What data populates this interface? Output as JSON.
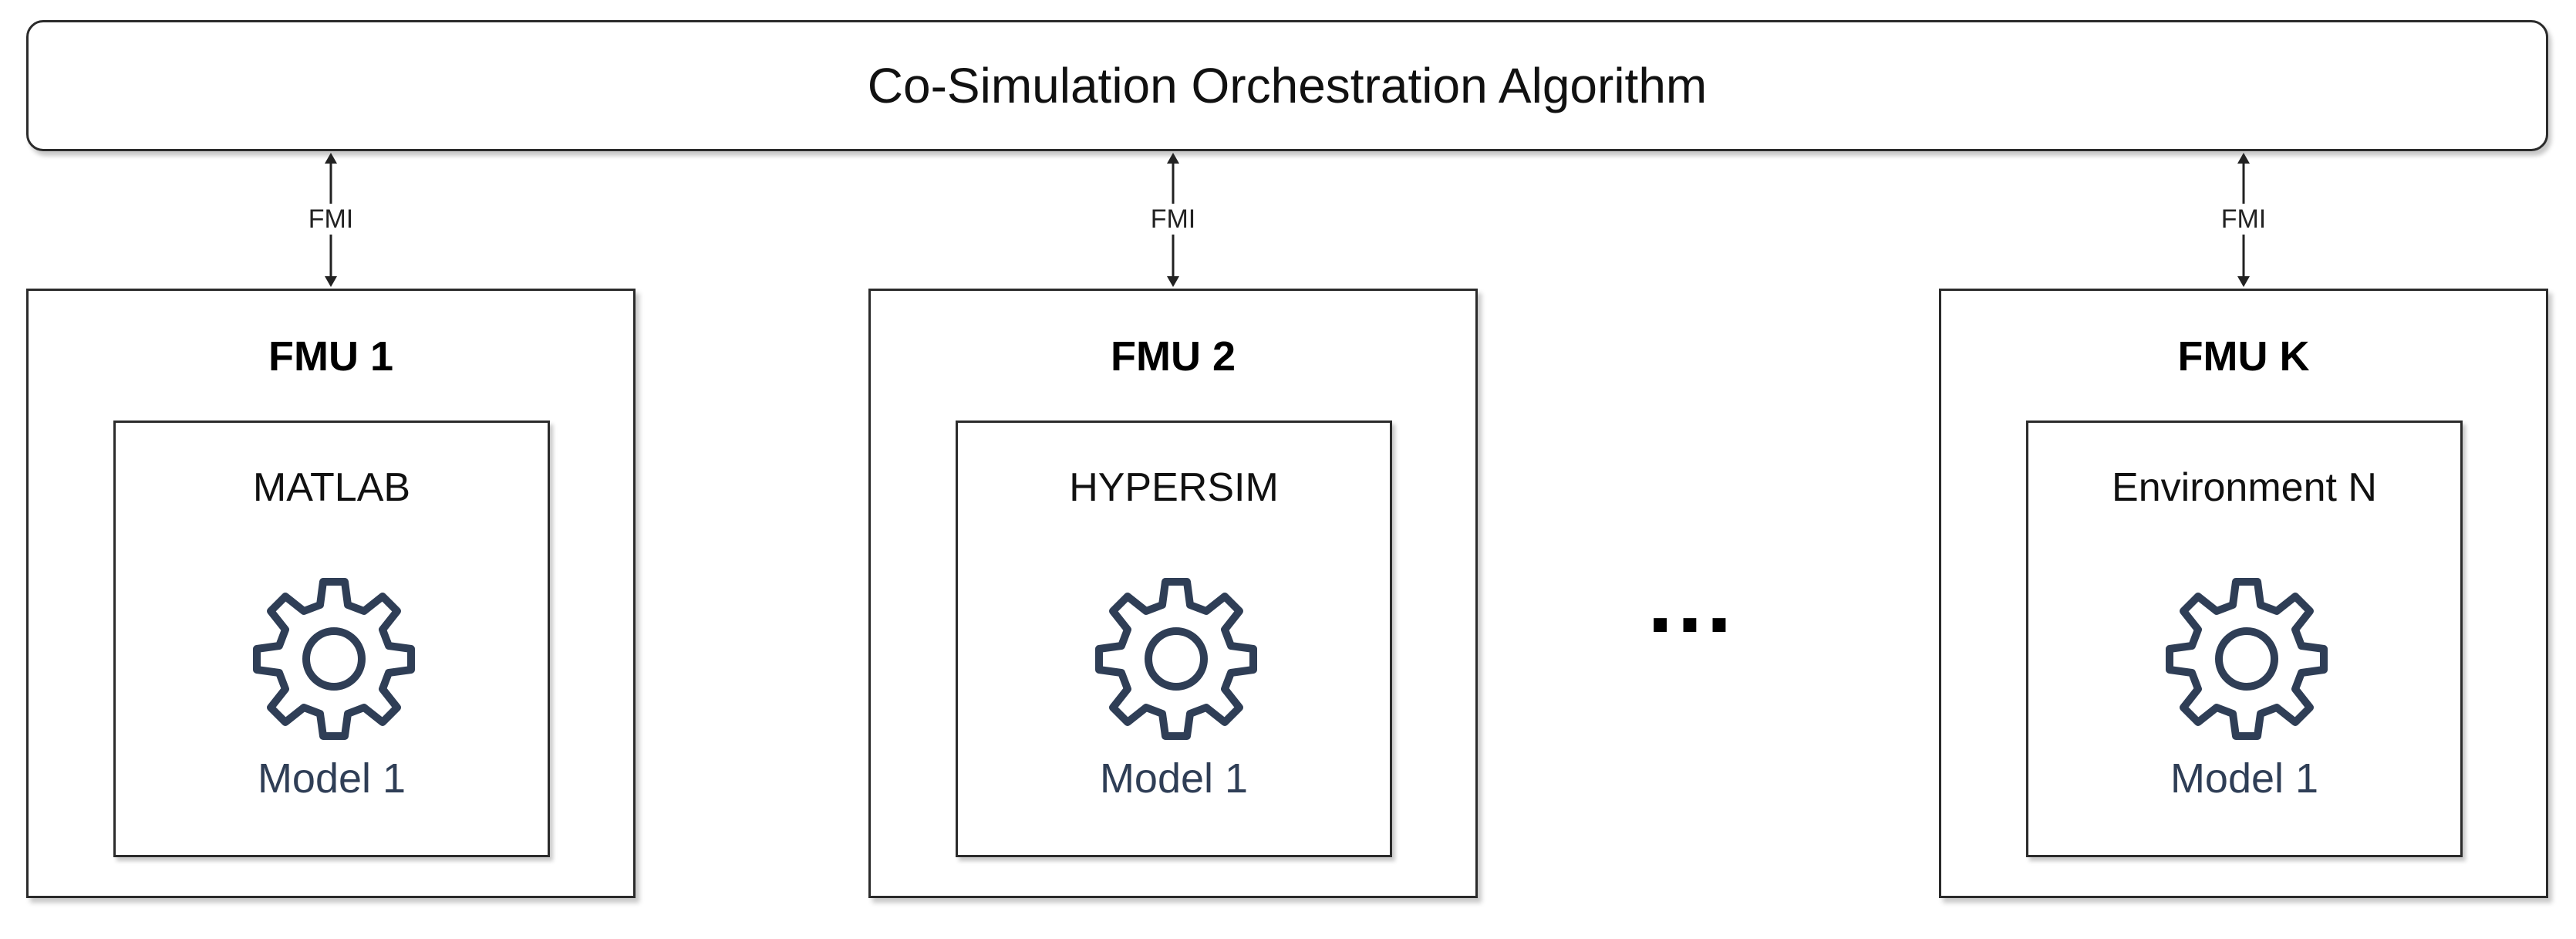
{
  "orchestrator": {
    "title": "Co-Simulation Orchestration Algorithm"
  },
  "links": [
    {
      "label": "FMI"
    },
    {
      "label": "FMI"
    },
    {
      "label": "FMI"
    }
  ],
  "fmus": [
    {
      "title": "FMU 1",
      "environment": "MATLAB",
      "model": "Model 1",
      "icon": "gear-icon"
    },
    {
      "title": "FMU 2",
      "environment": "HYPERSIM",
      "model": "Model 1",
      "icon": "gear-icon"
    },
    {
      "title": "FMU K",
      "environment": "Environment N",
      "model": "Model 1",
      "icon": "gear-icon"
    }
  ],
  "ellipsis": "…",
  "colors": {
    "stroke": "#2b2b2b",
    "gear": "#2f3e56",
    "model_text": "#2f3e56"
  }
}
